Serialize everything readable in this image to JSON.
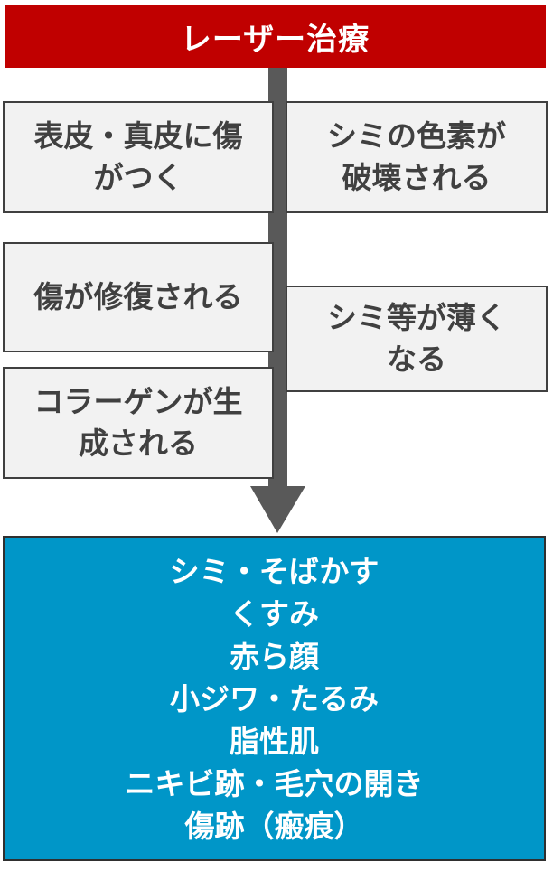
{
  "title": "レーザー治療",
  "colors": {
    "title_bg": "#c00000",
    "step_bg": "#f2f2f2",
    "arrow": "#595959",
    "result_bg": "#0096c8"
  },
  "steps": {
    "skin_damage": "表皮・真皮に傷がつく",
    "pigment_destroyed": "シミの色素が破壊される",
    "wound_repair": "傷が修復される",
    "spots_fade": "シミ等が薄くなる",
    "collagen": "コラーゲンが生成される"
  },
  "results": [
    "シミ・そばかす",
    "くすみ",
    "赤ら顔",
    "小ジワ・たるみ",
    "脂性肌",
    "ニキビ跡・毛穴の開き",
    "傷跡（瘢痕）"
  ]
}
